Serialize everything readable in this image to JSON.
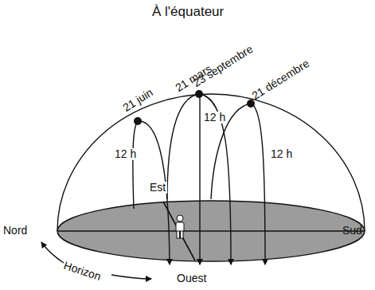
{
  "diagram": {
    "title": "À l'équateur",
    "labels": [
      "21 juin",
      "21 mars",
      "23 septembre",
      "21 décembre",
      "12 h",
      "12 h",
      "12 h",
      "Est",
      "Nord",
      "Sud",
      "Horizon",
      "Ouest"
    ]
  }
}
